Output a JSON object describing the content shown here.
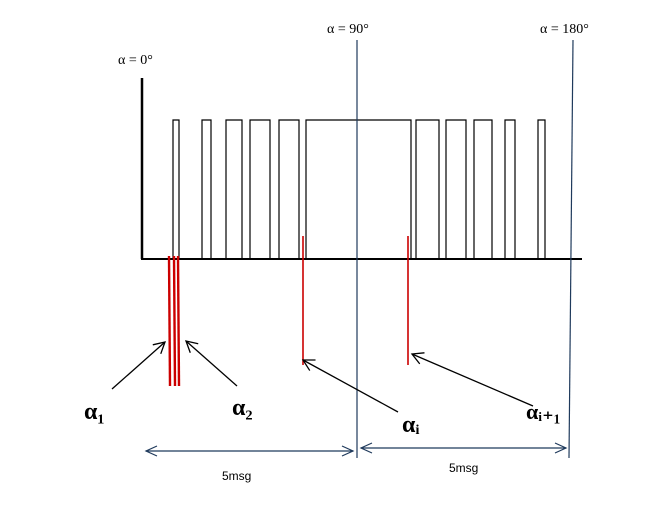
{
  "labels": {
    "alpha_0": "α = 0°",
    "alpha_90": "α = 90°",
    "alpha_180": "α = 180°",
    "alpha_1": "α₁",
    "alpha_2": "α₂",
    "alpha_i": "αᵢ",
    "alpha_i_plus_1": "αᵢ₊₁",
    "interval_1": "5msg",
    "interval_2": "5msg"
  },
  "colors": {
    "waveform": "#000000",
    "marker_lines": "#1f3a5c",
    "pulse_lines": "#cc0000",
    "arrows": "#000000"
  }
}
